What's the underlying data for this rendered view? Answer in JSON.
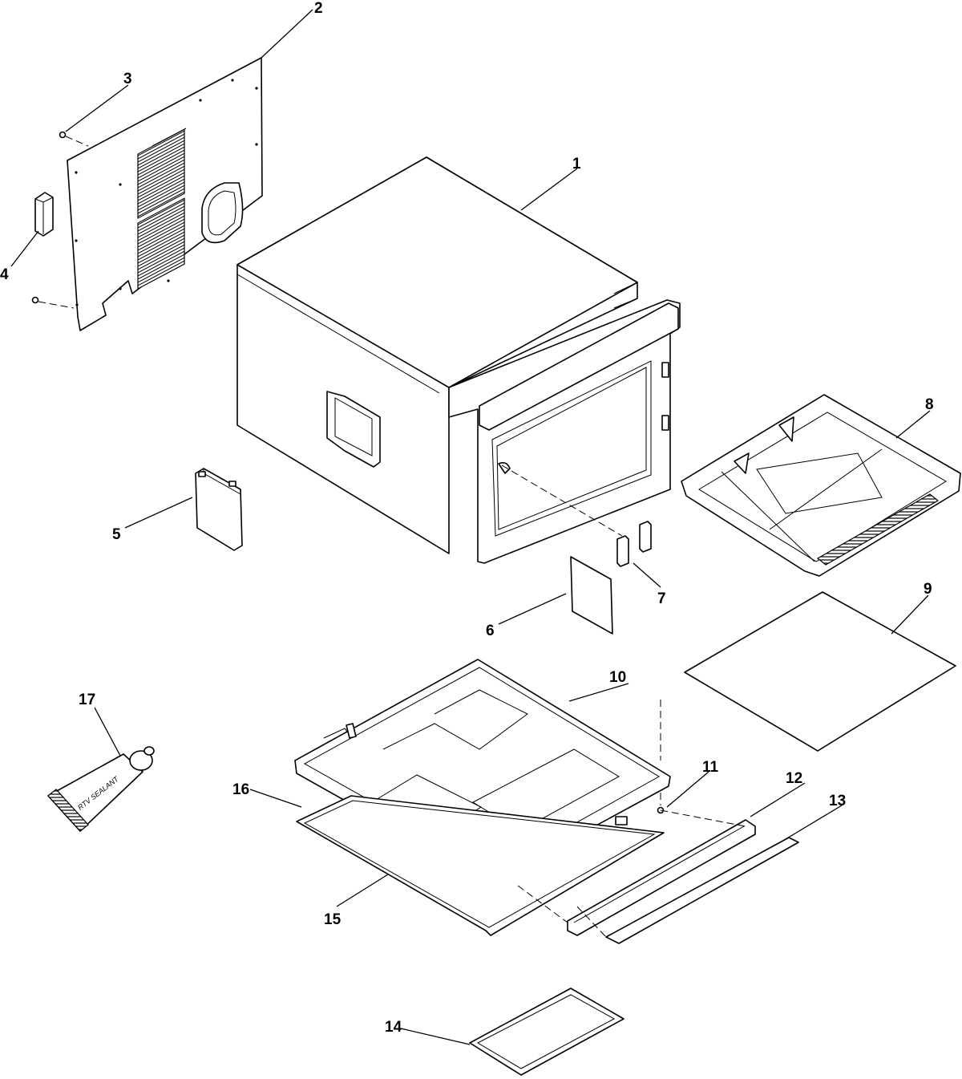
{
  "callouts": [
    {
      "id": "1",
      "label": "1",
      "part": "outer-case"
    },
    {
      "id": "2",
      "label": "2",
      "part": "back-panel"
    },
    {
      "id": "3",
      "label": "3",
      "part": "screw-top"
    },
    {
      "id": "4",
      "label": "4",
      "part": "connector-bracket"
    },
    {
      "id": "5",
      "label": "5",
      "part": "side-access-cover"
    },
    {
      "id": "6",
      "label": "6",
      "part": "label-plate"
    },
    {
      "id": "7",
      "label": "7",
      "part": "spacer-blocks"
    },
    {
      "id": "8",
      "label": "8",
      "part": "drip-tray"
    },
    {
      "id": "9",
      "label": "9",
      "part": "insulation-sheet"
    },
    {
      "id": "10",
      "label": "10",
      "part": "base-pan"
    },
    {
      "id": "11",
      "label": "11",
      "part": "base-screw"
    },
    {
      "id": "12",
      "label": "12",
      "part": "front-rail"
    },
    {
      "id": "13",
      "label": "13",
      "part": "trim-strip"
    },
    {
      "id": "14",
      "label": "14",
      "part": "filter-frame"
    },
    {
      "id": "15",
      "label": "15",
      "part": "base-gasket"
    },
    {
      "id": "16",
      "label": "16",
      "part": "inner-seal"
    },
    {
      "id": "17",
      "label": "17",
      "part": "sealant-tube"
    }
  ],
  "sealant_text": "RTV SEALANT",
  "colors": {
    "ink": "#000000",
    "paper": "#ffffff"
  }
}
